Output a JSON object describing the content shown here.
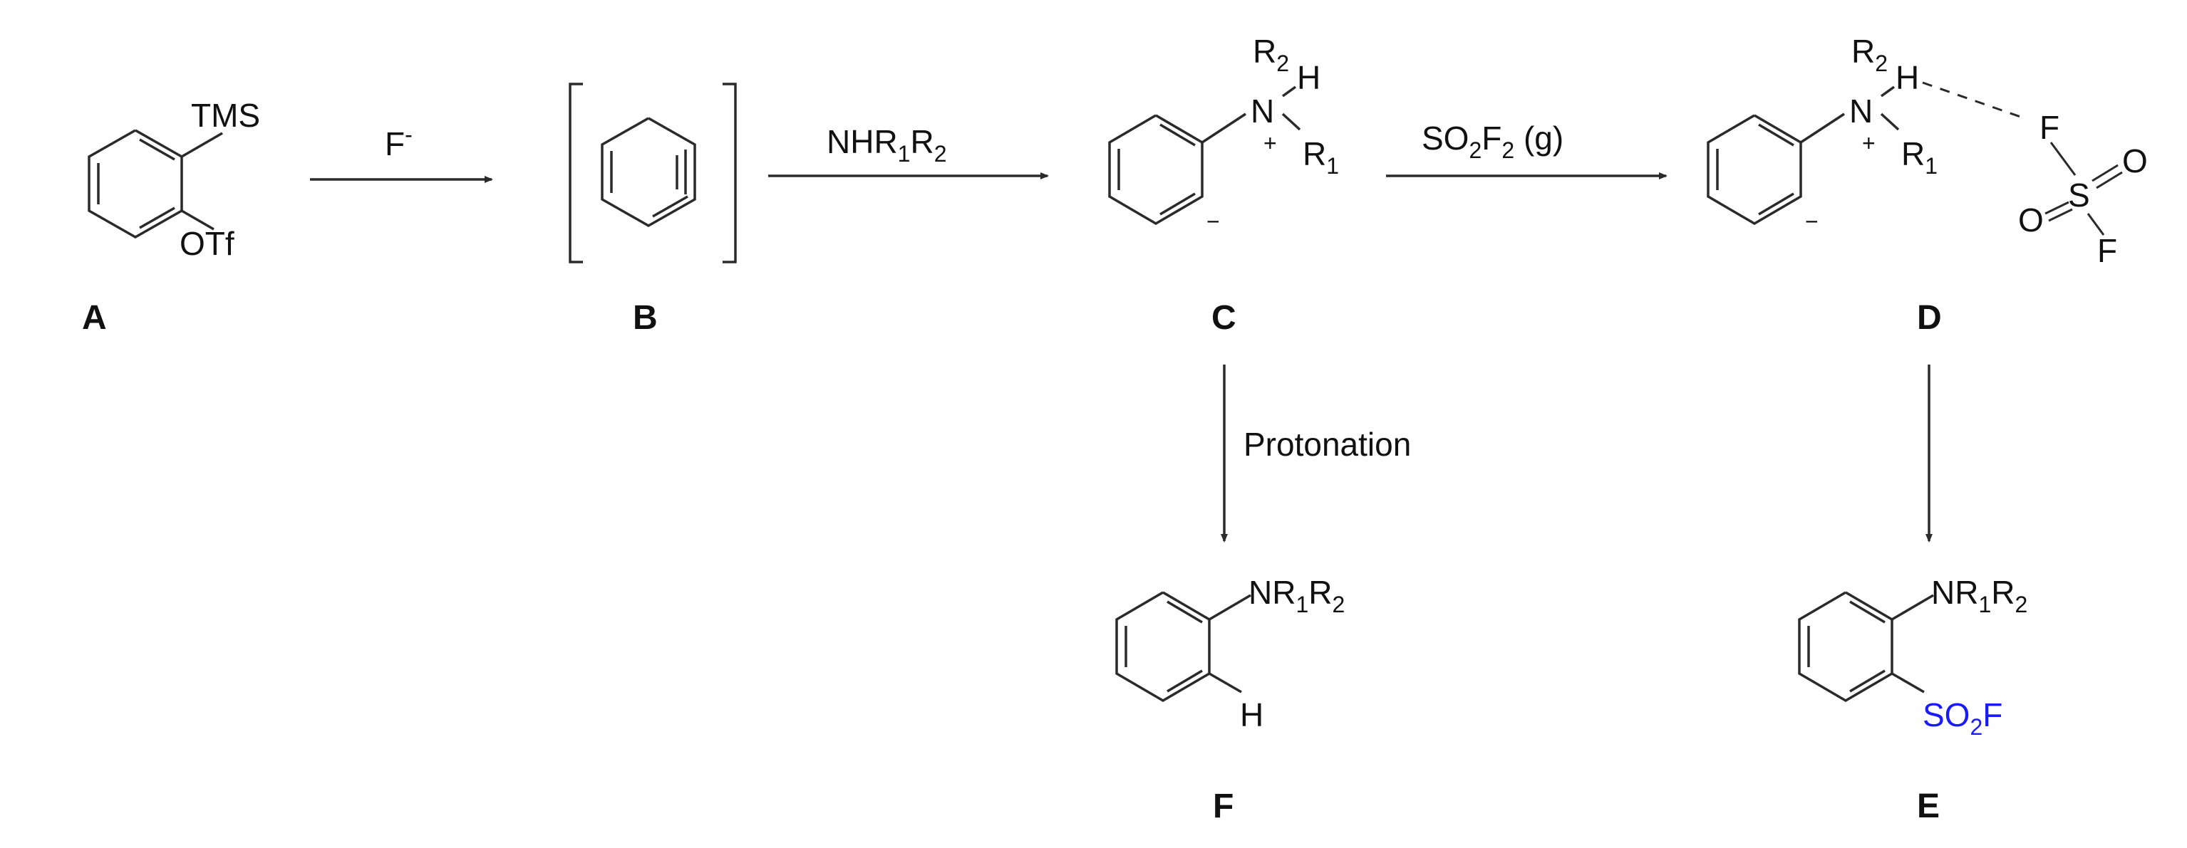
{
  "compounds": {
    "A": {
      "label": "A",
      "sub1": "TMS",
      "sub2": "OTf"
    },
    "B": {
      "label": "B"
    },
    "C": {
      "label": "C",
      "r2": "R",
      "r2_sub": "2",
      "h": "H",
      "n": "N",
      "r1": "R",
      "r1_sub": "1",
      "plus": "+",
      "minus": "−"
    },
    "D": {
      "label": "D",
      "r2": "R",
      "r2_sub": "2",
      "h": "H",
      "n": "N",
      "r1": "R",
      "r1_sub": "1",
      "plus": "+",
      "minus": "−",
      "f_top": "F",
      "s": "S",
      "o_right": "O",
      "o_left": "O",
      "f_bottom": "F"
    },
    "E": {
      "label": "E",
      "amine": "NR",
      "r1_sub": "1",
      "r2": "R",
      "r2_sub": "2",
      "so2f_a": "SO",
      "so2f_sub": "2",
      "so2f_b": "F",
      "so2f_color": "#1a1aff"
    },
    "F": {
      "label": "F",
      "amine": "NR",
      "r1_sub": "1",
      "r2": "R",
      "r2_sub": "2",
      "h": "H"
    }
  },
  "arrows": {
    "a_to_b": {
      "reagent": "F",
      "reagent_sup": "-"
    },
    "b_to_c": {
      "reagent": "NHR",
      "sub1": "1",
      "r": "R",
      "sub2": "2"
    },
    "c_to_d": {
      "reagent": "SO",
      "sub1": "2",
      "f": "F",
      "sub2": "2",
      "phase": " (g)"
    },
    "c_to_f": {
      "reagent": "Protonation"
    },
    "d_to_e": {
      "reagent": ""
    }
  }
}
